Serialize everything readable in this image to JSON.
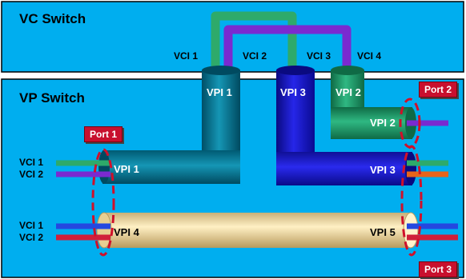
{
  "vc_switch": {
    "title": "VC Switch",
    "labels": [
      "VCI 1",
      "VCI 2",
      "VCI 3",
      "VCI 4"
    ]
  },
  "vp_switch": {
    "title": "VP Switch"
  },
  "paths": {
    "vpi1_top": "VPI 1",
    "vpi3_top": "VPI 3",
    "vpi2_top": "VPI 2",
    "vpi2_right": "VPI 2",
    "vpi1_left": "VPI 1",
    "vpi3_right": "VPI 3",
    "vpi4": "VPI 4",
    "vpi5": "VPI 5"
  },
  "left_vci": {
    "upper": [
      "VCI 1",
      "VCI 2"
    ],
    "lower": [
      "VCI 1",
      "VCI 2"
    ]
  },
  "ports": {
    "port1": "Port 1",
    "port2": "Port 2",
    "port3": "Port 3"
  },
  "colors": {
    "background": "#00aeef",
    "teal_pipe": "#007a99",
    "blue_pipe": "#1a1ad0",
    "green_pipe": "#1b9a6a",
    "tan_pipe": "#f0dca8",
    "port_red": "#c8102e",
    "wire_green": "#2eaa6a",
    "wire_purple": "#7a2ad0",
    "wire_blue": "#2448e0",
    "wire_red": "#d0203a",
    "wire_orange": "#e8641a"
  }
}
